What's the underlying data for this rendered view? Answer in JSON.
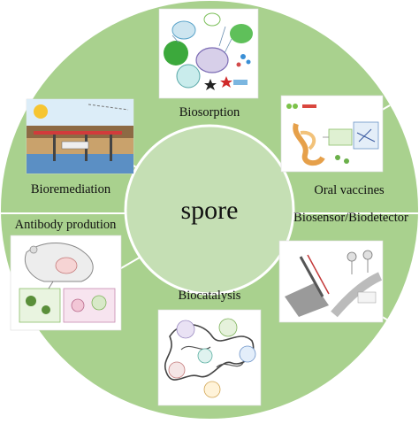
{
  "diagram": {
    "center_label": "spore",
    "segments": [
      {
        "label": "Biosorption",
        "thumbnail_icon": "biosorption-diagram-icon"
      },
      {
        "label": "Oral vaccines",
        "thumbnail_icon": "oral-vaccine-diagram-icon"
      },
      {
        "label": "Biosensor/Biodetector",
        "thumbnail_icon": "biosensor-diagram-icon"
      },
      {
        "label": "Biocatalysis",
        "thumbnail_icon": "enzyme-structure-icon"
      },
      {
        "label": "Antibody prodution",
        "thumbnail_icon": "mouse-antibody-diagram-icon"
      },
      {
        "label": "Bioremediation",
        "thumbnail_icon": "bioremediation-diagram-icon"
      }
    ],
    "colors": {
      "ring": "#a9d18e",
      "center": "#c5dfb4",
      "divider": "#ffffff"
    }
  }
}
